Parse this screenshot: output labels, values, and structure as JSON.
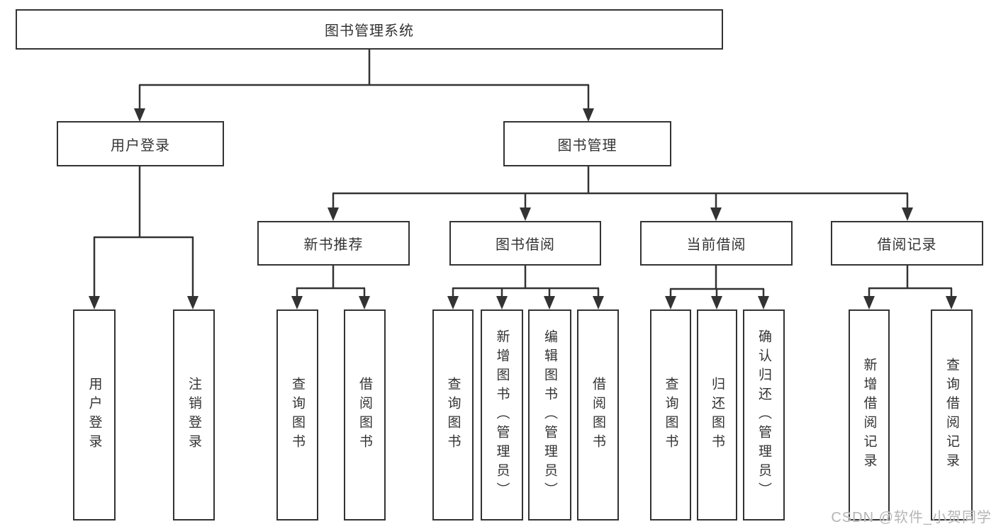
{
  "root": {
    "label": "图书管理系统"
  },
  "level2": [
    {
      "label": "用户登录"
    },
    {
      "label": "图书管理"
    }
  ],
  "level3": [
    {
      "label": "新书推荐"
    },
    {
      "label": "图书借阅"
    },
    {
      "label": "当前借阅"
    },
    {
      "label": "借阅记录"
    }
  ],
  "leaves": [
    {
      "label": "用户登录"
    },
    {
      "label": "注销登录"
    },
    {
      "label": "查询图书"
    },
    {
      "label": "借阅图书"
    },
    {
      "label": "查询图书"
    },
    {
      "label": "新增图书（管理员）"
    },
    {
      "label": "编辑图书（管理员）"
    },
    {
      "label": "借阅图书"
    },
    {
      "label": "查询图书"
    },
    {
      "label": "归还图书"
    },
    {
      "label": "确认归还（管理员）"
    },
    {
      "label": "新增借阅记录"
    },
    {
      "label": "查询借阅记录"
    }
  ],
  "watermark": "CSDN @软件_小贺同学",
  "colors": {
    "line": "#333333",
    "border": "#333333",
    "text": "#333333",
    "watermark": "#b5b5b5"
  }
}
